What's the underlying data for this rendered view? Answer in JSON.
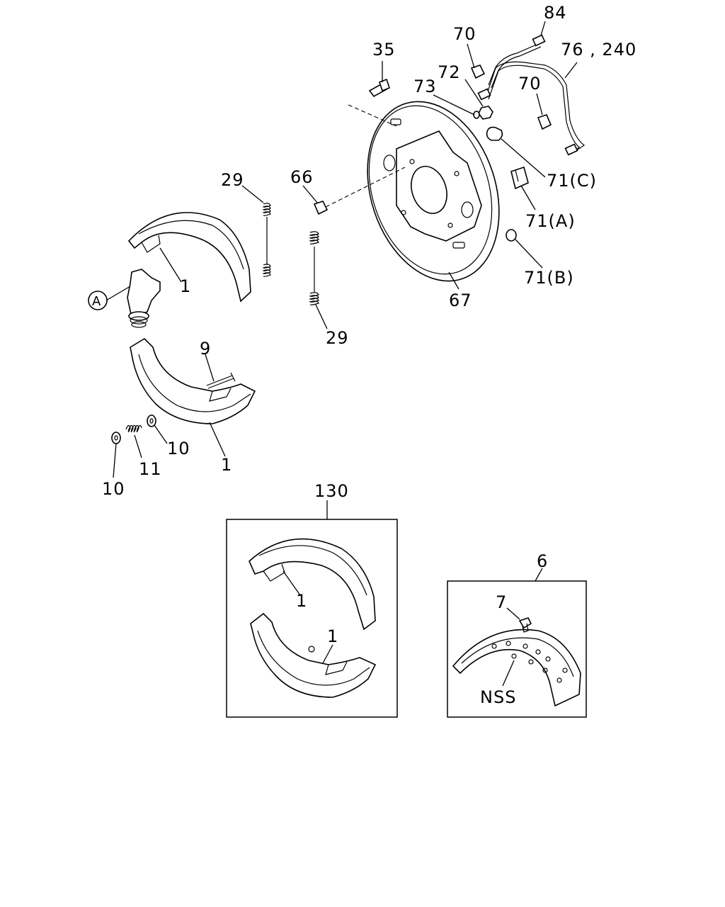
{
  "callouts": {
    "c84": "84",
    "c70a": "70",
    "c76": "76 , 240",
    "c35": "35",
    "c72": "72",
    "c73": "73",
    "c70b": "70",
    "c71c": "71(C)",
    "c66": "66",
    "c29a": "29",
    "c71a": "71(A)",
    "c1a": "1",
    "cA": "A",
    "c71b": "71(B)",
    "c67": "67",
    "c29b": "29",
    "c9": "9",
    "c10a": "10",
    "c11": "11",
    "c10b": "10",
    "c1b": "1",
    "c130": "130",
    "c1c": "1",
    "c1d": "1",
    "c6": "6",
    "c7": "7",
    "cNSS": "NSS"
  }
}
